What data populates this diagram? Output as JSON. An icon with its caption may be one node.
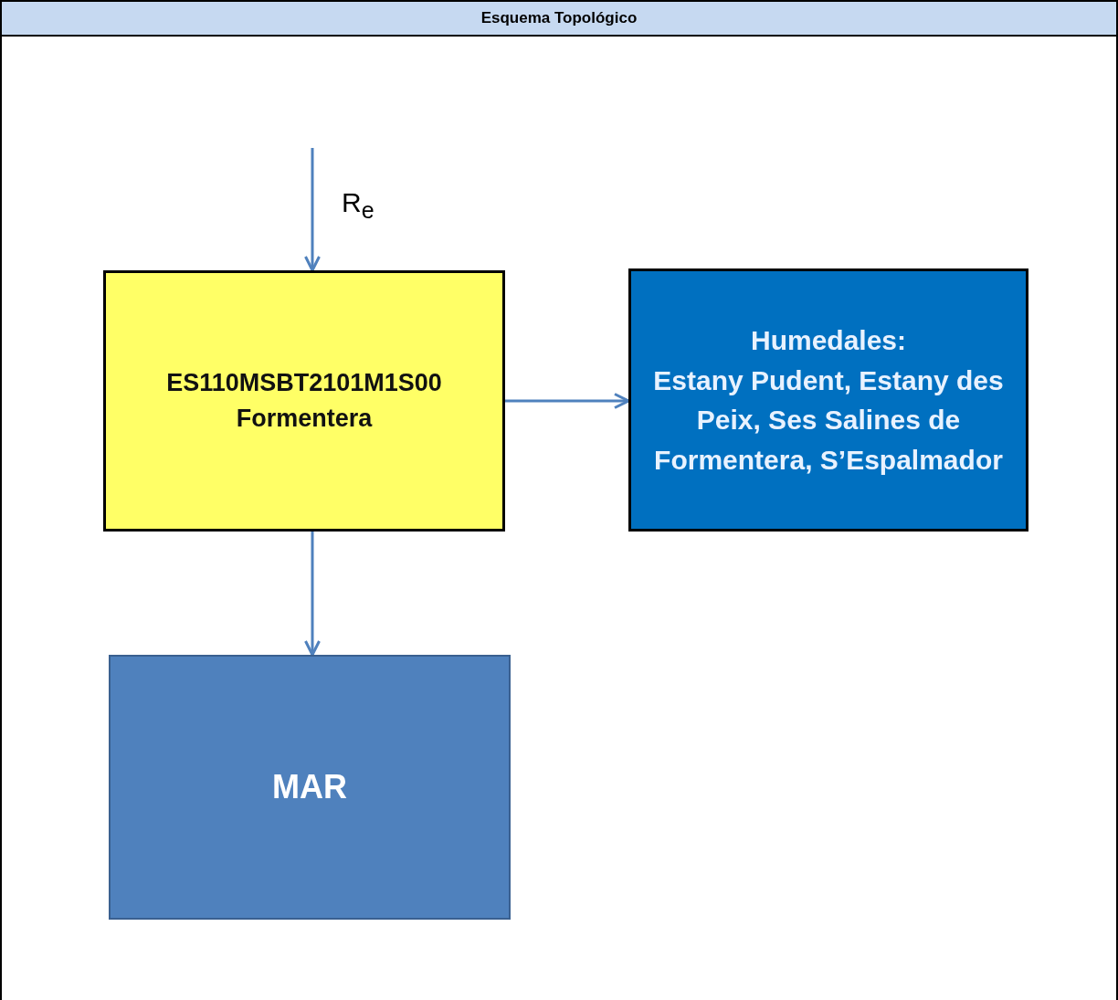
{
  "diagram": {
    "title": "Esquema Topológico",
    "nodes": [
      {
        "text": [
          "ES110MSBT2101M1S00",
          "Formentera"
        ]
      },
      {
        "text": [
          "Humedales:",
          "Estany Pudent, Estany des Peix, Ses Salines de Formentera, S’Espalmador"
        ]
      },
      {
        "text": [
          "MAR"
        ]
      }
    ],
    "edges": [
      {
        "from": null,
        "to": 0,
        "arrow": "to",
        "label": "R$_{e}$"
      },
      {
        "from": 0,
        "to": 1,
        "arrow": "to"
      },
      {
        "from": 0,
        "to": 2,
        "arrow": "to"
      }
    ]
  }
}
